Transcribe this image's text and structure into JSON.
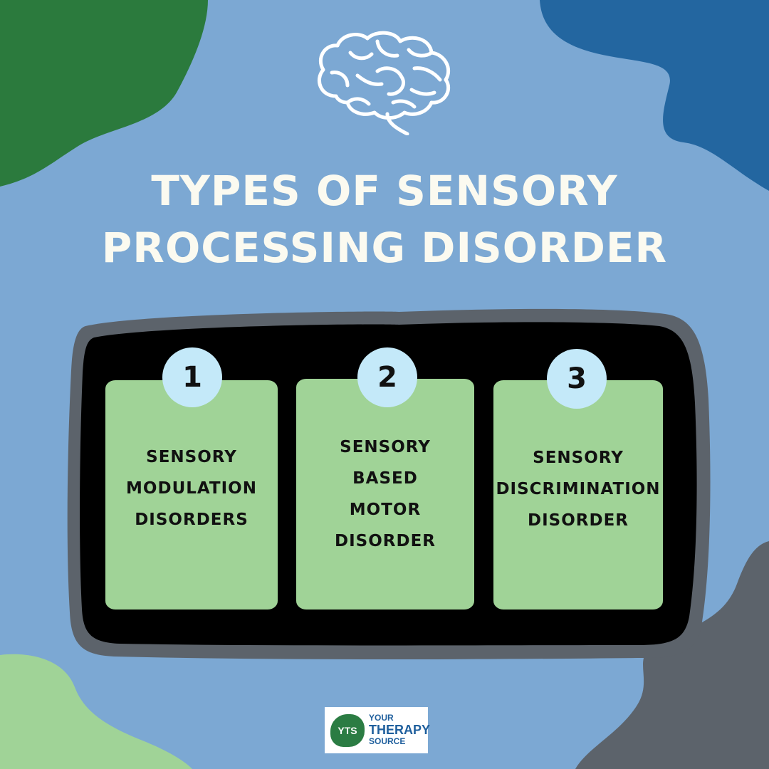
{
  "title": {
    "line1": "TYPES OF SENSORY",
    "line2": "PROCESSING DISORDER"
  },
  "header_icon": "brain-icon",
  "colors": {
    "background": "#7ca8d3",
    "card": "#a0d397",
    "badge": "#c4e9f9",
    "tray": "#000000",
    "tray_border": "#5c636b",
    "blob_green": "#2b7a3d",
    "blob_blue": "#2366a0",
    "blob_gray": "#5c636b",
    "blob_light_green": "#a0d397"
  },
  "cards": [
    {
      "number": "1",
      "lines": [
        "SENSORY",
        "MODULATION",
        "DISORDERS"
      ]
    },
    {
      "number": "2",
      "lines": [
        "SENSORY",
        "BASED",
        "MOTOR",
        "DISORDER"
      ]
    },
    {
      "number": "3",
      "lines": [
        "SENSORY",
        "DISCRIMINATION",
        "DISORDER"
      ]
    }
  ],
  "logo": {
    "mark": "YTS",
    "line1": "YOUR",
    "line2": "THERAPY",
    "line3": "SOURCE"
  }
}
